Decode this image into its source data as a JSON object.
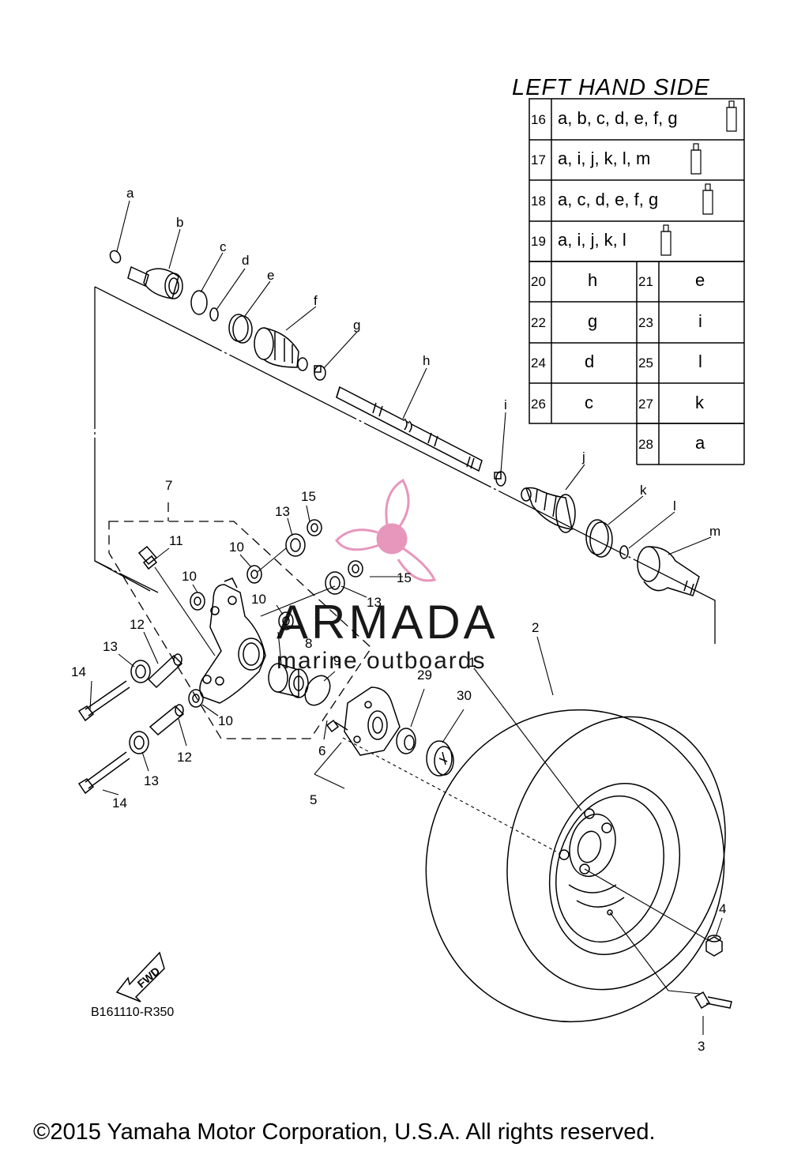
{
  "table": {
    "title": "LEFT HAND SIDE",
    "rows_wide": [
      {
        "num": "16",
        "parts": "a, b, c, d, e, f, g"
      },
      {
        "num": "17",
        "parts": "a, i, j, k, l, m"
      },
      {
        "num": "18",
        "parts": "a, c, d, e, f, g"
      },
      {
        "num": "19",
        "parts": "a, i, j, k, l"
      }
    ],
    "rows_pairs": [
      {
        "n1": "20",
        "v1": "h",
        "n2": "21",
        "v2": "e"
      },
      {
        "n1": "22",
        "v1": "g",
        "n2": "23",
        "v2": "i"
      },
      {
        "n1": "24",
        "v1": "d",
        "n2": "25",
        "v2": "l"
      },
      {
        "n1": "26",
        "v1": "c",
        "n2": "27",
        "v2": "k"
      }
    ],
    "row_last": {
      "num": "28",
      "part": "a"
    }
  },
  "callouts": {
    "a": "a",
    "b": "b",
    "c": "c",
    "d": "d",
    "e": "e",
    "f": "f",
    "g": "g",
    "h": "h",
    "i": "i",
    "j": "j",
    "k": "k",
    "l": "l",
    "m": "m",
    "n1": "1",
    "n2": "2",
    "n3": "3",
    "n4": "4",
    "n5": "5",
    "n6": "6",
    "n7": "7",
    "n8": "8",
    "n9": "9",
    "n10": "10",
    "n11": "11",
    "n12": "12",
    "n13": "13",
    "n14": "14",
    "n15": "15",
    "n29": "29",
    "n30": "30"
  },
  "fwd_label": "FWD",
  "reference_code": "B161110-R350",
  "watermark": {
    "brand": "ARMADA",
    "tagline": "marine outboards",
    "color": "#e58bb5"
  },
  "copyright": "©2015 Yamaha Motor Corporation, U.S.A. All rights reserved."
}
